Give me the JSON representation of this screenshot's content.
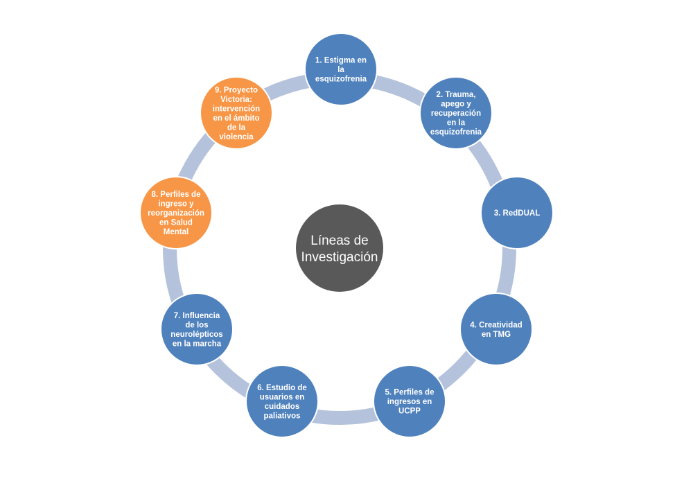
{
  "center": {
    "lines": [
      "Líneas de",
      "Investigación"
    ],
    "color": "#595959"
  },
  "colors": {
    "blue": "#4f81bd",
    "orange": "#f79646",
    "ring": "#b4c2dc"
  },
  "nodes": [
    {
      "id": "node-1",
      "color_key": "blue",
      "lines": [
        "1. Estigma en",
        "la",
        "esquizofrenia"
      ]
    },
    {
      "id": "node-2",
      "color_key": "blue",
      "lines": [
        "2. Trauma,",
        "apego y",
        "recuperación",
        "en la",
        "esquizofrenia"
      ]
    },
    {
      "id": "node-3",
      "color_key": "blue",
      "lines": [
        "3. RedDUAL"
      ]
    },
    {
      "id": "node-4",
      "color_key": "blue",
      "lines": [
        "4. Creatividad",
        "en TMG"
      ]
    },
    {
      "id": "node-5",
      "color_key": "blue",
      "lines": [
        "5. Perfiles de",
        "ingresos en",
        "UCPP"
      ]
    },
    {
      "id": "node-6",
      "color_key": "blue",
      "lines": [
        "6. Estudio de",
        "usuarios en",
        "cuidados",
        "paliativos"
      ]
    },
    {
      "id": "node-7",
      "color_key": "blue",
      "lines": [
        "7. Influencia",
        "de los",
        "neurolépticos",
        "en la marcha"
      ]
    },
    {
      "id": "node-8",
      "color_key": "orange",
      "lines": [
        "8. Perfiles de",
        "ingreso  y",
        "reorganización",
        "en Salud",
        "Mental"
      ]
    },
    {
      "id": "node-9",
      "color_key": "orange",
      "lines": [
        "9. Proyecto",
        "Victoria:",
        "intervención",
        "en el ámbito",
        "de la",
        "violencia"
      ]
    }
  ]
}
